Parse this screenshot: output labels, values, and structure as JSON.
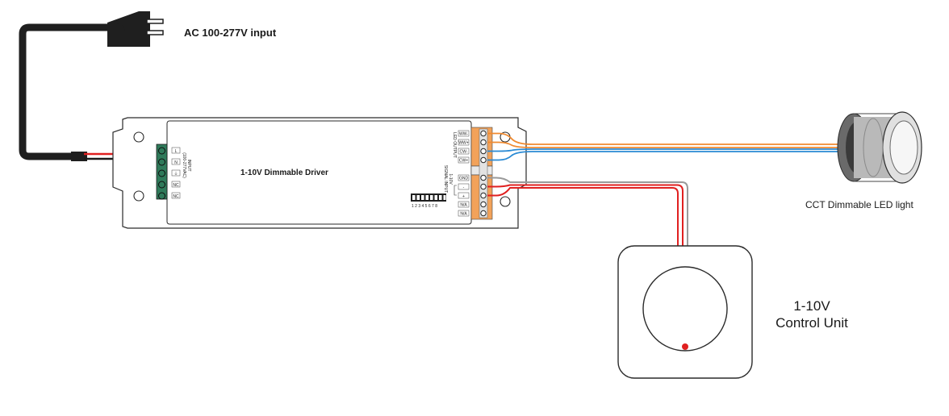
{
  "labels": {
    "ac_input": "AC 100-277V input",
    "driver": "1-10V Dimmable Driver",
    "led_light": "CCT Dimmable LED light",
    "control_line1": "1-10V",
    "control_line2": "Control Unit"
  },
  "input_terminal": {
    "heading_line1": "INPUT",
    "heading_line2": "(100-277VAC)",
    "pins": [
      "L",
      "N",
      "⏚",
      "NC",
      "NC"
    ]
  },
  "output_terminal": {
    "led_heading": "LED OUTPUT",
    "signal_heading": "SIGNAL INPUT",
    "signal_sub": "1-10V",
    "pins": [
      "WW-",
      "WW+",
      "CW-",
      "CW+",
      "GND",
      "-",
      "+",
      "N/A",
      "N/A"
    ]
  },
  "dip_switch": {
    "numbers": "1 2 3 4 5 6 7 8"
  },
  "colors": {
    "red": "#e02020",
    "black": "#1a1a1a",
    "orange": "#f08a30",
    "blue": "#2a8ad4",
    "gray": "#9a9a9a",
    "terminal_green": "#2f7a5a",
    "terminal_orange": "#f2a25a",
    "indicator_red": "#e02020"
  }
}
